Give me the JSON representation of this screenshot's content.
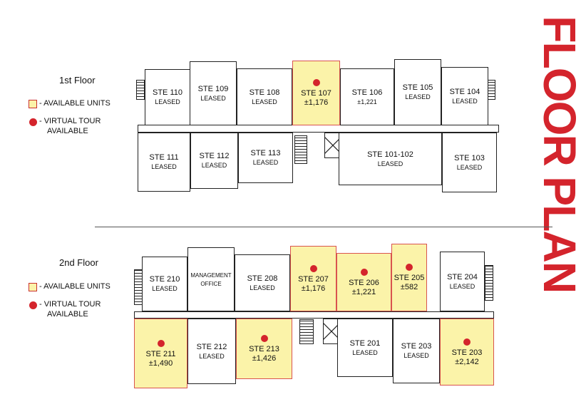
{
  "title": "FLOOR PLAN",
  "legend": {
    "available": "- AVAILABLE UNITS",
    "tour_line1": "- VIRTUAL TOUR",
    "tour_line2": "AVAILABLE",
    "available_color": "#fbf3a9",
    "tour_color": "#d4242c"
  },
  "floor1": {
    "label": "1st Floor",
    "rooms": [
      {
        "name": "STE 110",
        "sub": "LEASED"
      },
      {
        "name": "STE 109",
        "sub": "LEASED"
      },
      {
        "name": "STE 108",
        "sub": "LEASED"
      },
      {
        "name": "STE 107",
        "sub": "±1,176"
      },
      {
        "name": "STE 106",
        "sub": "±1,221"
      },
      {
        "name": "STE 105",
        "sub": "LEASED"
      },
      {
        "name": "STE 104",
        "sub": "LEASED"
      },
      {
        "name": "STE 111",
        "sub": "LEASED"
      },
      {
        "name": "STE 112",
        "sub": "LEASED"
      },
      {
        "name": "STE 113",
        "sub": "LEASED"
      },
      {
        "name": "STE 101-102",
        "sub": "LEASED"
      },
      {
        "name": "STE 103",
        "sub": "LEASED"
      }
    ]
  },
  "floor2": {
    "label": "2nd Floor",
    "rooms": [
      {
        "name": "STE 210",
        "sub": "LEASED"
      },
      {
        "name": "MANAGEMENT",
        "sub": "OFFICE"
      },
      {
        "name": "STE 208",
        "sub": "LEASED"
      },
      {
        "name": "STE 207",
        "sub": "±1,176"
      },
      {
        "name": "STE 206",
        "sub": "±1,221"
      },
      {
        "name": "STE 205",
        "sub": "±582"
      },
      {
        "name": "STE 204",
        "sub": "LEASED"
      },
      {
        "name": "STE 211",
        "sub": "±1,490"
      },
      {
        "name": "STE 212",
        "sub": "LEASED"
      },
      {
        "name": "STE 213",
        "sub": "±1,426"
      },
      {
        "name": "STE 201",
        "sub": "LEASED"
      },
      {
        "name": "STE 203",
        "sub": "LEASED"
      },
      {
        "name": "STE 203",
        "sub": "±2,142"
      }
    ]
  }
}
